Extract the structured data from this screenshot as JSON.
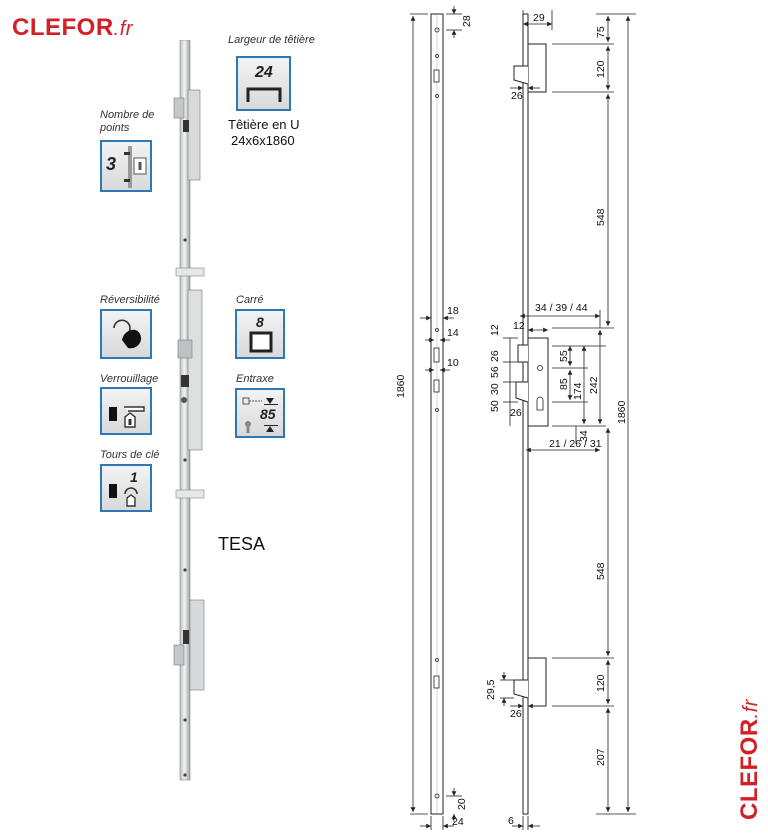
{
  "brand_top": {
    "name": "CLEFOR",
    "suffix": ".fr"
  },
  "brand_side": {
    "name": "CLEFOR",
    "suffix": ".fr"
  },
  "product_brand": "TESA",
  "features": {
    "largeur": {
      "caption": "Largeur de têtière",
      "value": "24"
    },
    "tetiere": {
      "line1": "Têtière en U",
      "line2": "24x6x1860"
    },
    "points": {
      "caption_line1": "Nombre de",
      "caption_line2": "points",
      "value": "3"
    },
    "reversibilite": {
      "caption": "Réversibilité"
    },
    "carre": {
      "caption": "Carré",
      "value": "8"
    },
    "verrouillage": {
      "caption": "Verrouillage"
    },
    "entraxe": {
      "caption": "Entraxe",
      "value": "85"
    },
    "tours": {
      "caption": "Tours de clé",
      "value": "1"
    }
  },
  "dimensions": {
    "front_top": "28",
    "front_total": "1860",
    "front_18": "18",
    "front_14": "14",
    "front_10": "10",
    "front_bottom": "20",
    "front_width": "24",
    "side_top_width": "29",
    "side_75": "75",
    "side_120_top": "120",
    "side_26_top": "26",
    "side_548_top": "548",
    "side_backset": "34 / 39 / 44",
    "side_12a": "12",
    "side_12b": "12",
    "side_26": "26",
    "side_56": "56",
    "side_30": "30",
    "side_50": "50",
    "side_55": "55",
    "side_85": "85",
    "side_174": "174",
    "side_242": "242",
    "side_34": "34",
    "side_26_mid": "26",
    "side_21": "21 / 26 / 31",
    "side_1860": "1860",
    "side_548_bottom": "548",
    "side_29_5": "29,5",
    "side_120_bottom": "120",
    "side_26_bottom": "26",
    "side_207": "207",
    "side_6": "6"
  }
}
